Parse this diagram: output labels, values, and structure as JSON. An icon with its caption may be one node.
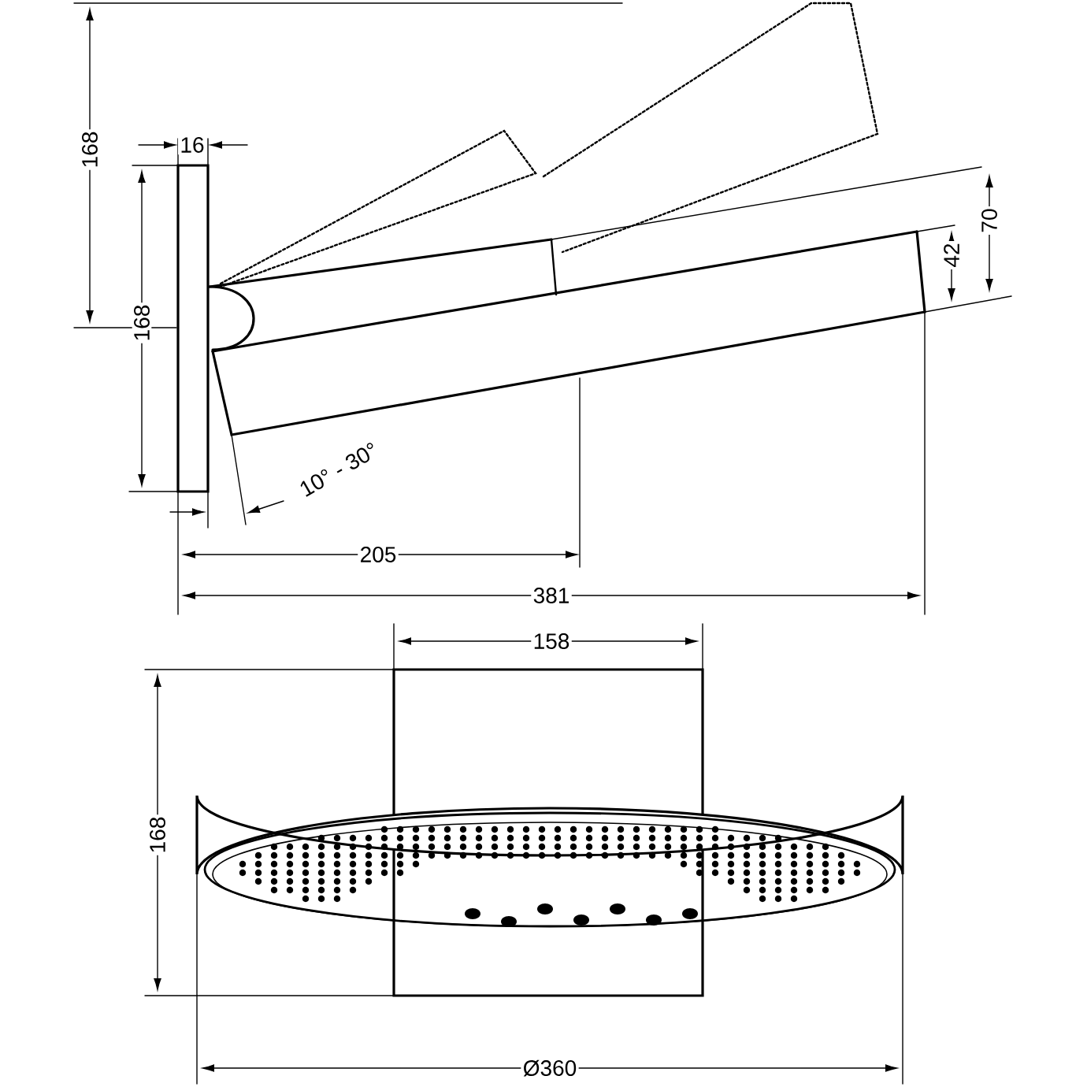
{
  "diagram": {
    "labels": [
      "168",
      "16",
      "70",
      "42",
      "168",
      "10° - 30°",
      "205",
      "381",
      "158",
      "168",
      "Ø360"
    ]
  }
}
